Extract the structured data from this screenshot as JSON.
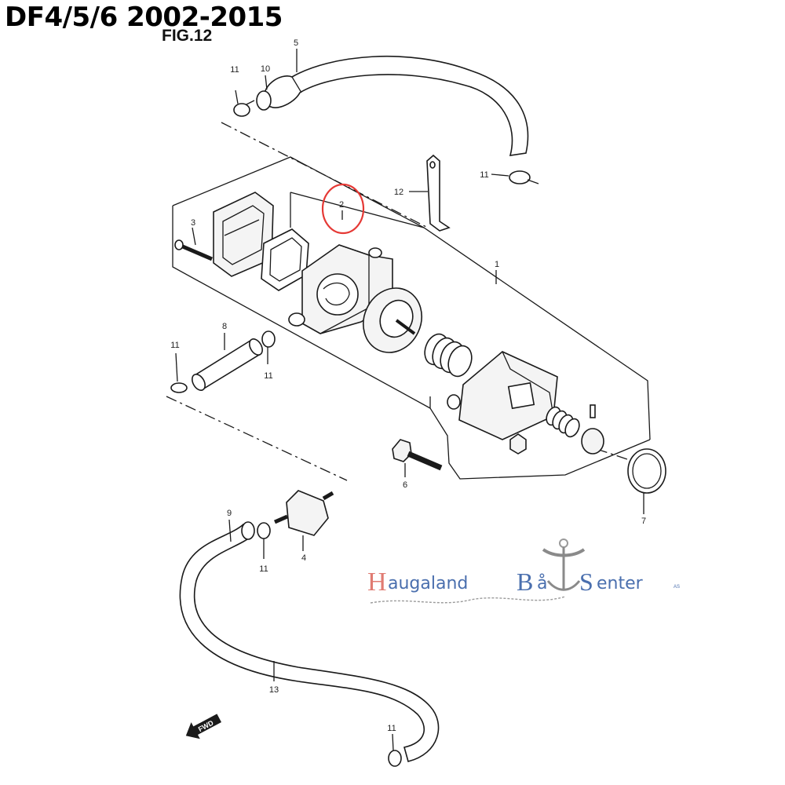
{
  "title": "DF4/5/6 2002-2015",
  "figure": "FIG.12",
  "callouts": {
    "c1": "1",
    "c2": "2",
    "c3": "3",
    "c4": "4",
    "c5": "5",
    "c6": "6",
    "c7": "7",
    "c8": "8",
    "c9": "9",
    "c10": "10",
    "c11a": "11",
    "c11b": "11",
    "c11c": "11",
    "c11d": "11",
    "c11e": "11",
    "c11f": "11",
    "c12": "12",
    "c13": "13"
  },
  "logo": {
    "first_initial": "H",
    "first_rest": "augaland",
    "second_initial": "B",
    "second_rest": "å",
    "third_initial": "S",
    "third_rest": "enter",
    "suffix": "AS"
  },
  "fwd_label": "FWD",
  "colors": {
    "highlight_circle": "#e53935",
    "logo_red": "#e07b72",
    "logo_blue": "#4a6fae",
    "line": "#1a1a1a"
  }
}
